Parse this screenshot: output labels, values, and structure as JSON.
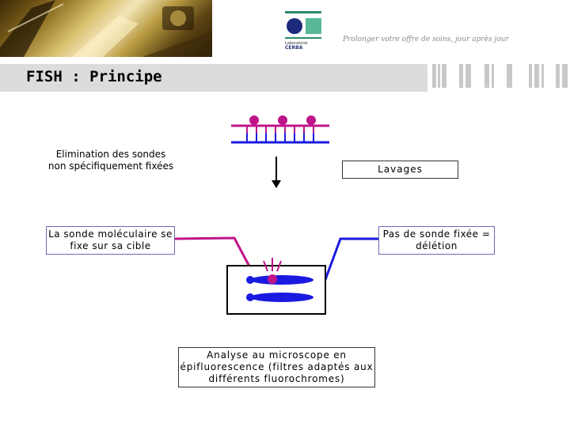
{
  "header": {
    "tagline": "Prolonger votre offre de soins, jour après jour",
    "logo_line1": "Laboratoire",
    "logo_line2": "CERBA"
  },
  "slide": {
    "title": "FISH : Principe"
  },
  "diagram": {
    "elimination": "Elimination des sondes non spécifiquement fixées",
    "lavages": "Lavages",
    "sonde_fixe": "La sonde moléculaire se fixe sur sa cible",
    "pas_de_sonde": "Pas de sonde fixée = délétion",
    "analyse": "Analyse au microscope en épifluorescence (filtres adaptés aux différents fluorochromes)"
  },
  "colors": {
    "probe": "#c0148a",
    "target": "#1a1ae0",
    "title_bar": "#dcdcdc",
    "box_border": "#6a6ab0"
  }
}
